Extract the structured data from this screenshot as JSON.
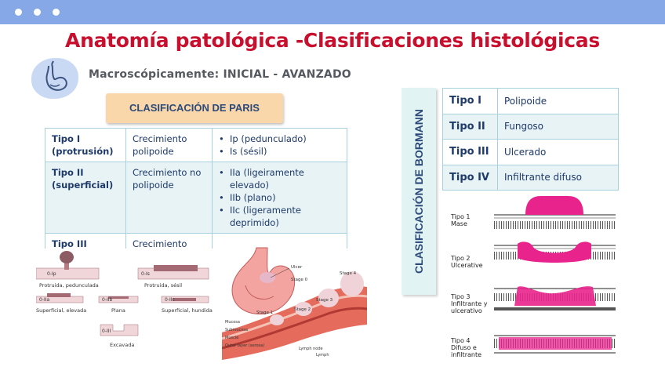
{
  "window": {
    "controls": [
      "dot",
      "dot",
      "dot"
    ]
  },
  "title": "Anatomía patológica -Clasificaciones histológicas",
  "subtitle": "Macroscópicamente: INICIAL - AVANZADO",
  "paris": {
    "heading": "CLASIFICACIÓN DE PARIS",
    "rows": [
      {
        "tipo": "Tipo I (protrusión)",
        "desc": "Crecimiento polipoide",
        "items": [
          "Ip (pedunculado)",
          "Is (sésil)"
        ]
      },
      {
        "tipo": "Tipo II (superficial)",
        "desc": "Crecimiento no polipoide",
        "items": [
          "IIa (ligeiramente elevado)",
          "IIb (plano)",
          "IIc (ligeramente deprimido)"
        ]
      },
      {
        "tipo": "Tipo III",
        "desc": "Crecimiento",
        "items": []
      }
    ],
    "diagram": {
      "labels": [
        {
          "code": "0-Ip",
          "caption": "Protruida, pedunculada"
        },
        {
          "code": "0-Is",
          "caption": "Protruida, sésil"
        },
        {
          "code": "0-IIa",
          "caption": "Superficial, elevada"
        },
        {
          "code": "0-IIb",
          "caption": "Plana"
        },
        {
          "code": "0-IIc",
          "caption": "Superficial, hundida"
        },
        {
          "code": "0-III",
          "caption": "Excavada"
        }
      ]
    }
  },
  "stomach_figure": {
    "labels": [
      "Ulcer",
      "Stage 0",
      "Stage 1",
      "Stage 2",
      "Stage 3",
      "Stage 4",
      "Mucosa",
      "Submucosa",
      "Muscle",
      "Outer layer (serosa)",
      "Lymph node",
      "Lymph"
    ]
  },
  "bormann": {
    "label": "CLASIFICACIÓN DE BORMANN",
    "rows": [
      {
        "tipo": "Tipo I",
        "desc": "Polipoide"
      },
      {
        "tipo": "Tipo II",
        "desc": "Fungoso"
      },
      {
        "tipo": "Tipo III",
        "desc": "Ulcerado"
      },
      {
        "tipo": "Tipo IV",
        "desc": "Infiltrante difuso"
      }
    ],
    "figures": [
      {
        "type": "Tipo 1",
        "name": "Mase"
      },
      {
        "type": "Tipo 2",
        "name": "Ulcerative"
      },
      {
        "type": "Tipo 3",
        "name": "Infiltrante y ulcerativo"
      },
      {
        "type": "Tipo 4",
        "name": "Difuso e infiltrante"
      }
    ]
  },
  "colors": {
    "topbar": "#86a8e6",
    "title": "#c8102e",
    "paris_heading_bg": "#f9d7aa",
    "table_border": "#a7d2dd",
    "table_alt_bg": "#e8f3f6",
    "tumor_pink": "#e8238c"
  }
}
